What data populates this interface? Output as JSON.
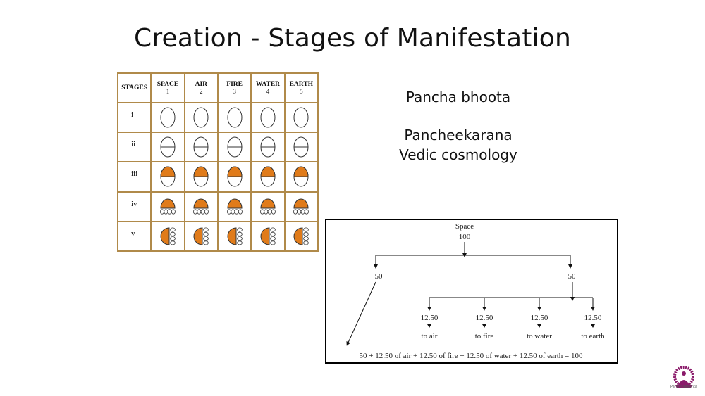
{
  "slide": {
    "title": "Creation - Stages of Manifestation"
  },
  "notes": {
    "line1": "Pancha bhoota",
    "line2": "Pancheekarana",
    "line3": "Vedic cosmology"
  },
  "table": {
    "stages_header": "STAGES",
    "columns": [
      {
        "name": "SPACE",
        "num": "1"
      },
      {
        "name": "AIR",
        "num": "2"
      },
      {
        "name": "FIRE",
        "num": "3"
      },
      {
        "name": "WATER",
        "num": "4"
      },
      {
        "name": "EARTH",
        "num": "5"
      }
    ],
    "rows": [
      "i",
      "ii",
      "iii",
      "iv",
      "v"
    ],
    "fill_color": "#e07b1a",
    "border_color": "#b08a4a"
  },
  "division": {
    "space_label": "Space",
    "space_value": "100",
    "half_left": "50",
    "half_right": "50",
    "portions": [
      {
        "value": "12.50",
        "target": "to air"
      },
      {
        "value": "12.50",
        "target": "to fire"
      },
      {
        "value": "12.50",
        "target": "to water"
      },
      {
        "value": "12.50",
        "target": "to earth"
      }
    ],
    "equation": "50 + 12.50 of air + 12.50 of fire + 12.50 of water + 12.50 of earth = 100"
  },
  "branding": {
    "logo_text": "Param Vedanta",
    "logo_icon": "meditating-figure-icon",
    "logo_color": "#8a1a6a"
  }
}
